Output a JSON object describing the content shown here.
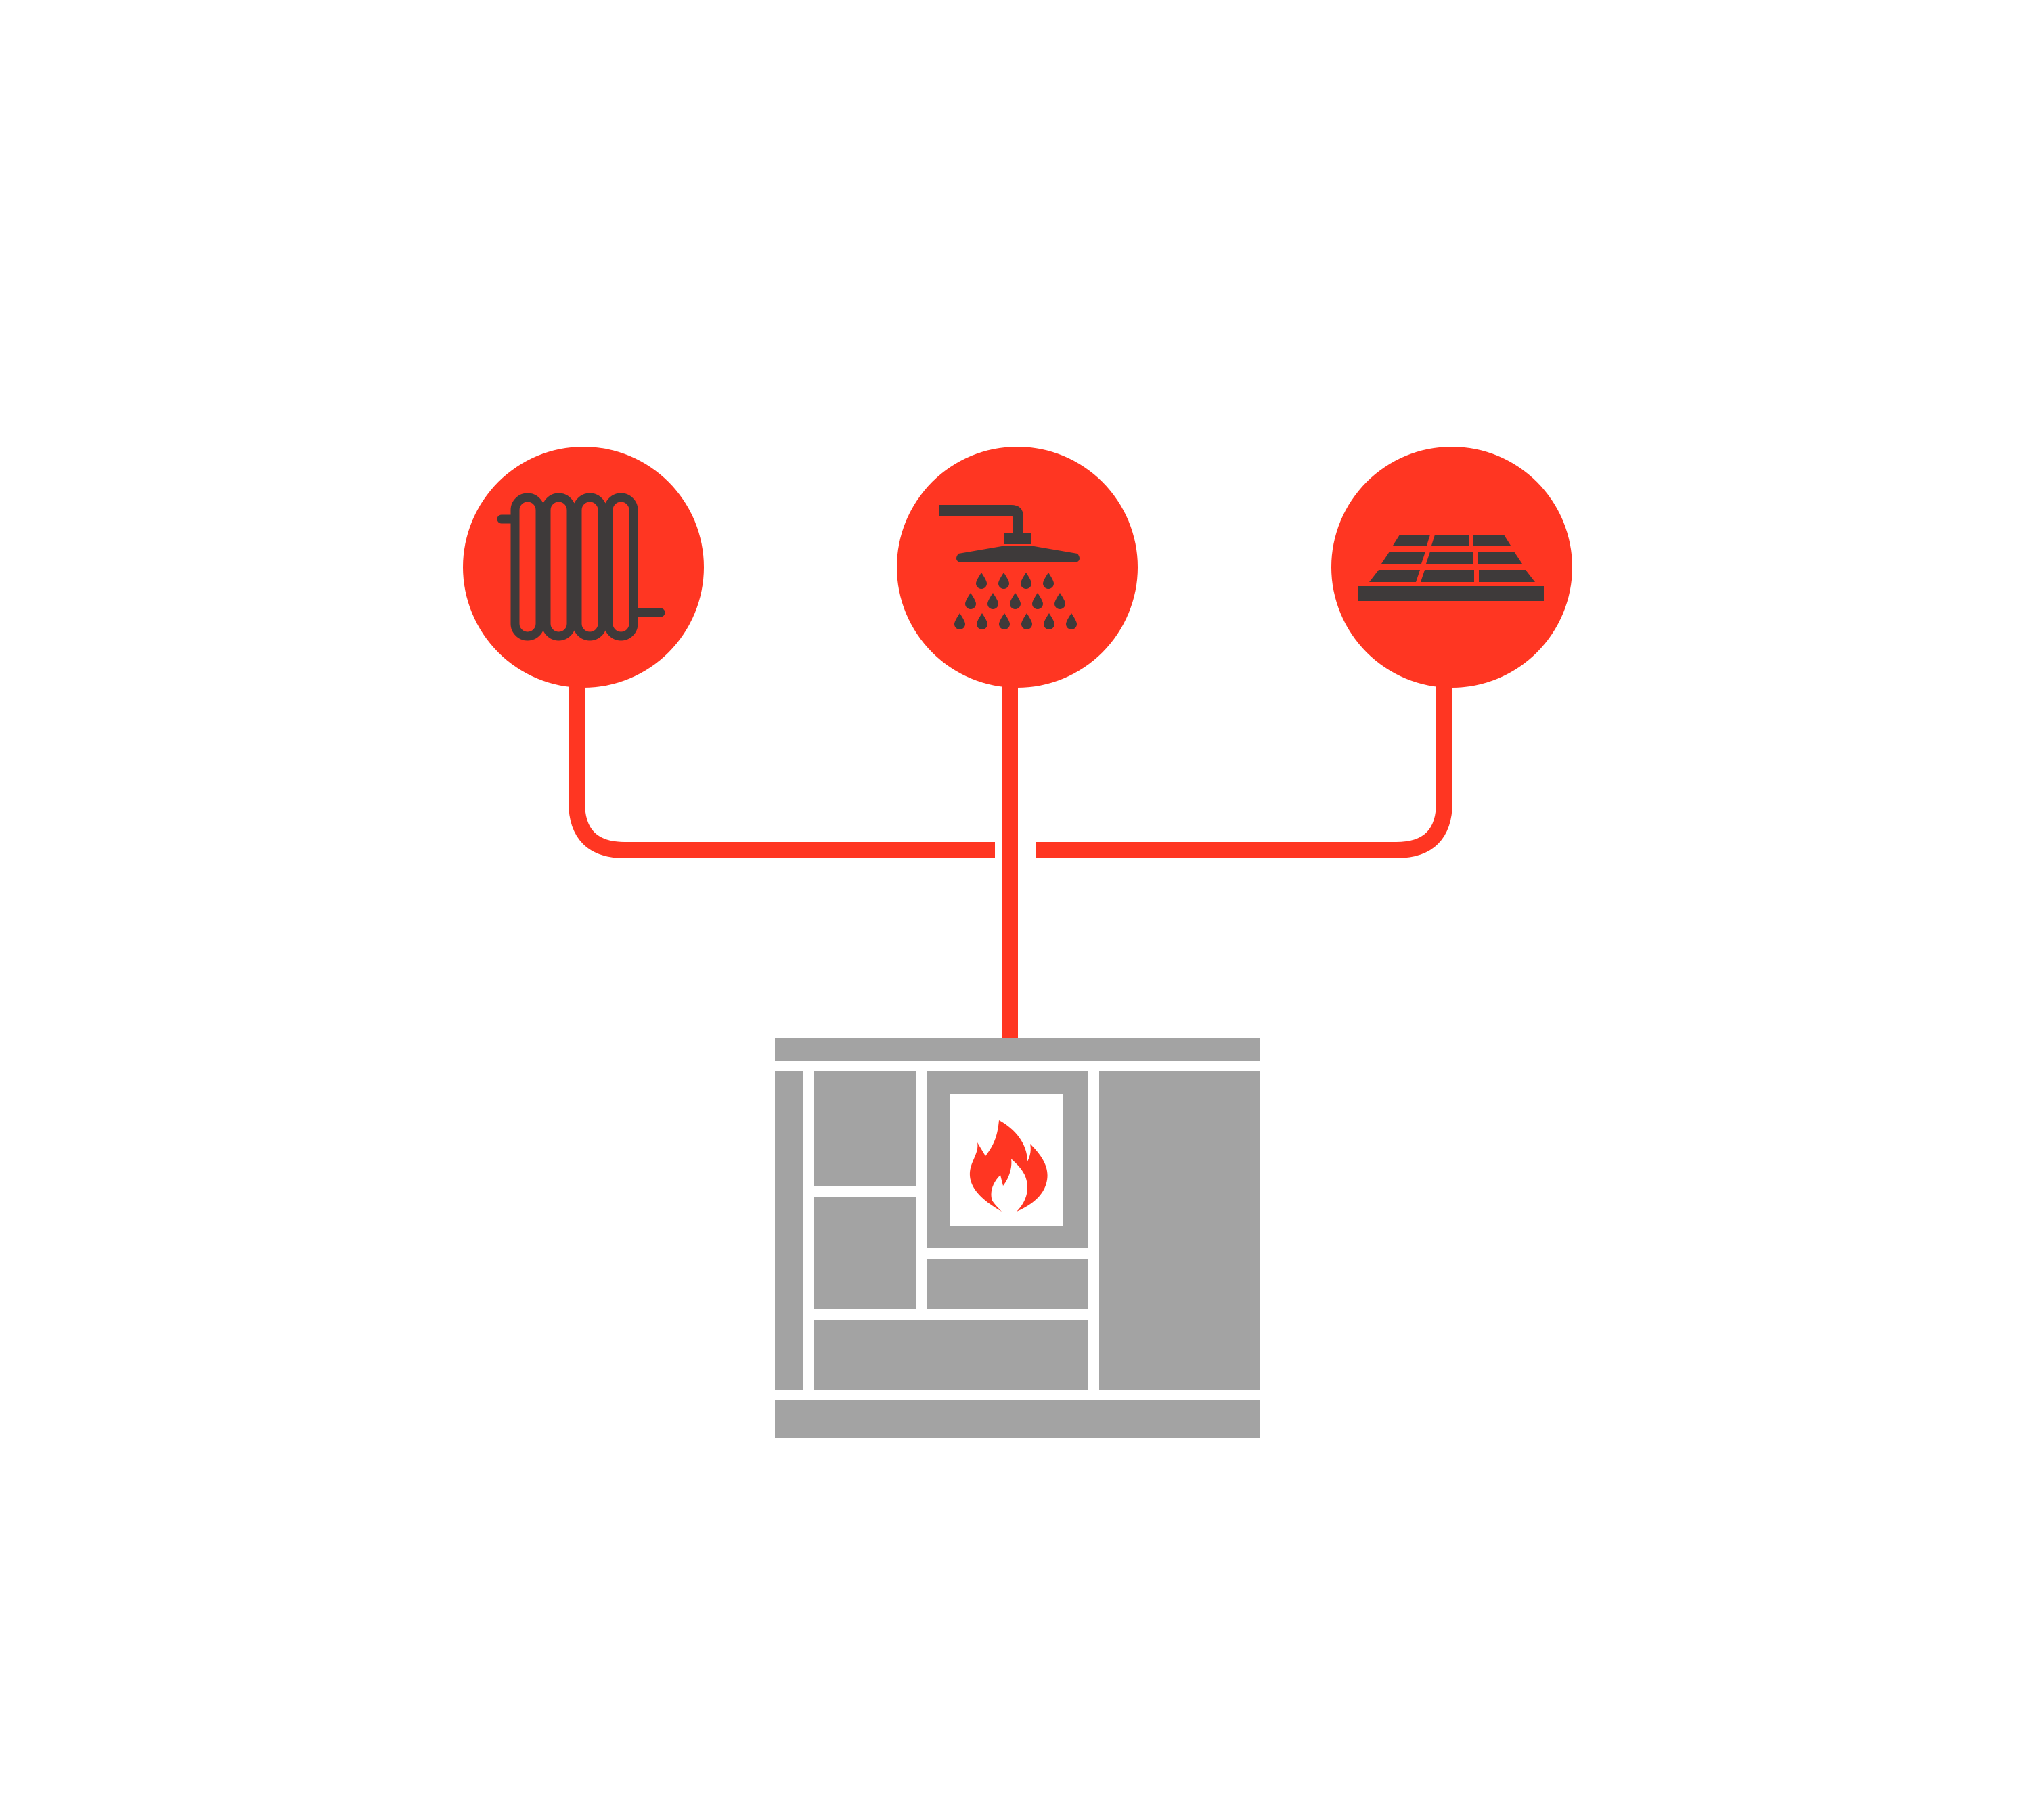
{
  "diagram": {
    "kind": "heating-system-schematic",
    "colors": {
      "accent": "#FF3622",
      "icon": "#3E3A3A",
      "stove": "#A3A3A3",
      "background": "#FFFFFF"
    },
    "outputs": [
      {
        "id": "radiator",
        "icon": "radiator-icon"
      },
      {
        "id": "shower",
        "icon": "shower-icon"
      },
      {
        "id": "floor-heating",
        "icon": "floor-tiles-icon"
      }
    ],
    "source": {
      "id": "stove",
      "icon": "flame-icon"
    }
  }
}
